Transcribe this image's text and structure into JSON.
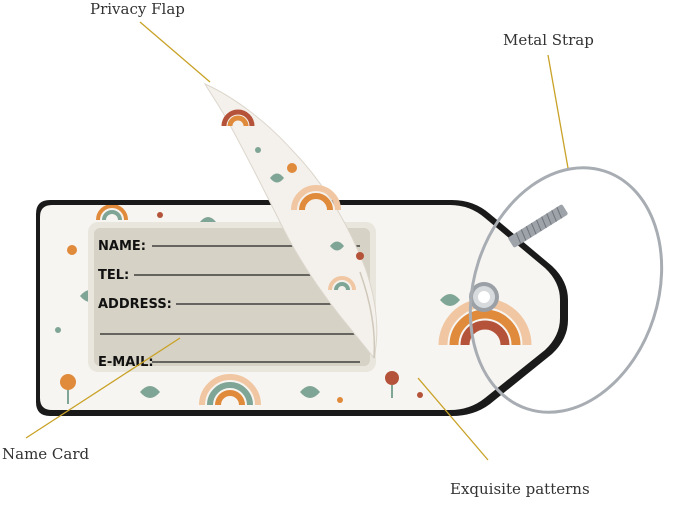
{
  "callouts": {
    "privacy_flap": "Privacy Flap",
    "metal_strap": "Metal Strap",
    "name_card": "Name Card",
    "exquisite_patterns": "Exquisite patterns"
  },
  "card": {
    "fields": [
      "NAME:",
      "TEL:",
      "ADDRESS:",
      "E-MAIL:"
    ]
  },
  "colors": {
    "callout_line": "#c9a227",
    "tag_edge": "#1a1a1a",
    "tag_face": "#f7f5f1",
    "window": "#d6d2c6",
    "strap": "#a8adb3",
    "pattern_orange": "#e08a3c",
    "pattern_rust": "#b4533a",
    "pattern_sage": "#7fa596",
    "pattern_peach": "#f0c7a2"
  }
}
